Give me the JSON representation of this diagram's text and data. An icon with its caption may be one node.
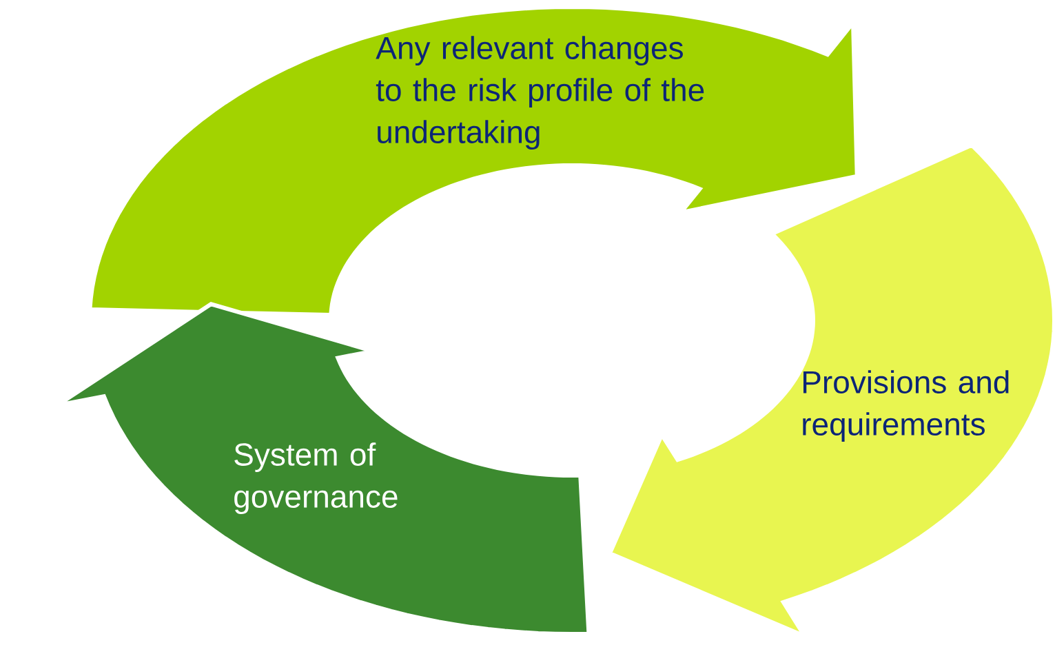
{
  "diagram": {
    "nodes": [
      {
        "text": [
          "Any relevant changes to the risk profile of the undertaking"
        ]
      },
      {
        "text": [
          "Provisions and requirements"
        ]
      },
      {
        "text": [
          "System of governance"
        ]
      }
    ]
  }
}
